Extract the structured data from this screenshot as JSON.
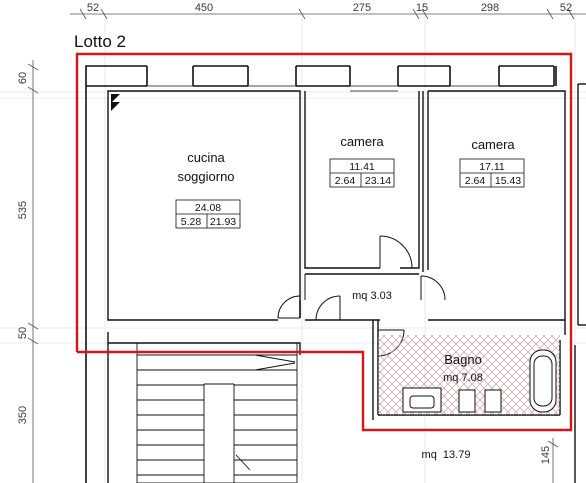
{
  "title": "Lotto 2",
  "dims_top": [
    "52",
    "450",
    "275",
    "15",
    "298",
    "52"
  ],
  "dims_left": [
    "60",
    "535",
    "50",
    "350"
  ],
  "dim_right": "145",
  "rooms": {
    "cucina": {
      "line1": "cucina",
      "line2": "soggiorno",
      "area": "24.08",
      "height": "5.28",
      "volume": "21.93"
    },
    "camera1": {
      "name": "camera",
      "area": "11.41",
      "height": "2.64",
      "volume": "23.14"
    },
    "camera2": {
      "name": "camera",
      "area": "17.11",
      "height": "2.64",
      "volume": "15.43"
    },
    "corridoio": {
      "area": "mq 3.03"
    },
    "bagno": {
      "name": "Bagno",
      "area": "mq 7.08"
    },
    "vano": {
      "area": "mq  13.79"
    }
  },
  "colors": {
    "lot_outline": "#d8141c",
    "wall": "#111111",
    "hatch": "#c9a0a0"
  }
}
